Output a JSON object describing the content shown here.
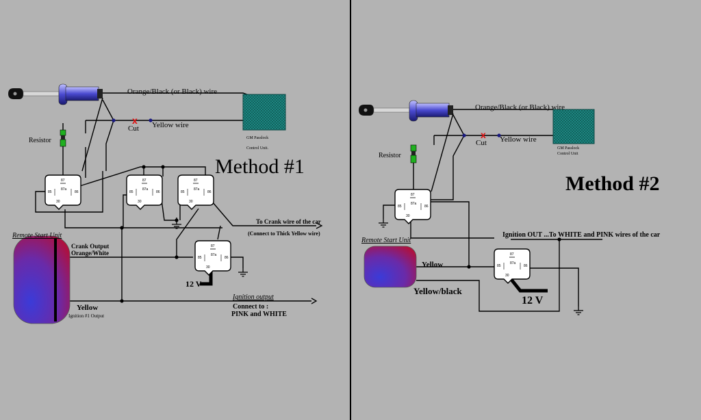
{
  "colors": {
    "background": "#b3b3b3",
    "divider": "#000000",
    "cut_mark": "#e01010",
    "module_fill": "#1e8c86",
    "key_cylinder": "#4a4ad0",
    "unit_outer": "#b0103c",
    "unit_inner": "#3b3bd8"
  },
  "relay_pins": {
    "p87": "87",
    "p85": "85",
    "p86": "86",
    "p30": "30",
    "p87a": "87a"
  },
  "method1": {
    "title": "Method #1",
    "orange_black_wire": "Orange/Black (or Black) wire",
    "yellow_wire": "Yellow  wire",
    "cut": "Cut",
    "resistor": "Resistor",
    "gm_passlock_line1": "GM Passlock",
    "gm_passlock_line2": "Control Unit.",
    "remote_start_unit": "Remote Start Unit",
    "crank_output_line1": "Crank Output",
    "crank_output_line2": "Orange/White",
    "crank_wire_line1": "To Crank wire of the car",
    "crank_wire_line2": "(Connect to Thick Yellow wire)",
    "yellow": "Yellow",
    "ignition1_output": "Ignition #1 Output",
    "ignition_output": "Ignition output",
    "connect_to": "Connect to :",
    "pink_white": "PINK and WHITE",
    "twelve_v": "12 V"
  },
  "method2": {
    "title": "Method #2",
    "orange_black_wire": "Orange/Black (or Black) wire",
    "yellow_wire": "Yellow  wire",
    "cut": "Cut",
    "resistor": "Resistor",
    "gm_passlock_line1": "GM Passlock",
    "gm_passlock_line2": "Control Unit",
    "remote_start_unit": "Remote Start Unit",
    "ignition_out": "Ignition OUT ...To WHITE and PINK wires of the car",
    "yellow": "Yellow",
    "yellow_black": "Yellow/black",
    "twelve_v": "12 V"
  }
}
